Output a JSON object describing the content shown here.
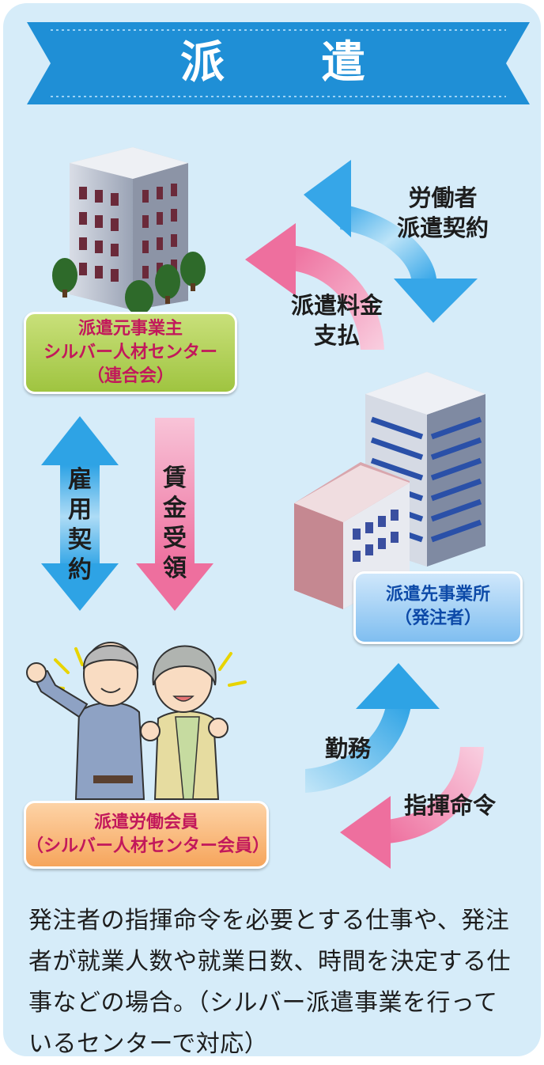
{
  "title": {
    "char1": "派",
    "char2": "遣"
  },
  "arrows": {
    "dispatch_contract": [
      "労働者",
      "派遣契約"
    ],
    "fee_payment": [
      "派遣料金",
      "支払"
    ],
    "employment_contract": [
      "雇",
      "用",
      "契",
      "約"
    ],
    "wage_receipt": [
      "賃",
      "金",
      "受",
      "領"
    ],
    "work": "勤務",
    "command": "指揮命令"
  },
  "boxes": {
    "source": [
      "派遣元事業主",
      "シルバー人材センター",
      "（連合会）"
    ],
    "client": [
      "派遣先事業所",
      "（発注者）"
    ],
    "member": [
      "派遣労働会員",
      "（シルバー人材センター会員）"
    ]
  },
  "description": "発注者の指揮命令を必要とする仕事や、発注者が就業人数や就業日数、時間を決定する仕事などの場合。（シルバー派遣事業を行っているセンターで対応）",
  "colors": {
    "background": "#d6ecf9",
    "banner": "#1f8fd6",
    "blue_arrow": "#3aa7e6",
    "pink_arrow": "#f07aa6"
  }
}
